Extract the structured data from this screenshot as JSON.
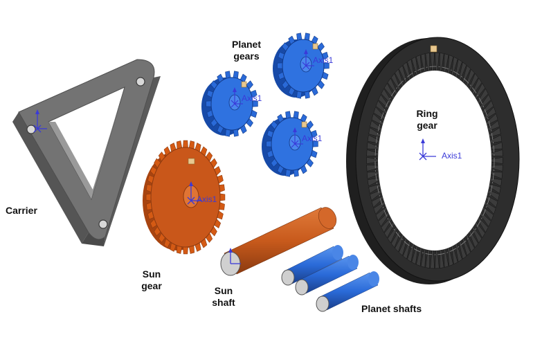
{
  "labels": {
    "carrier": "Carrier",
    "sun_gear_line1": "Sun",
    "sun_gear_line2": "gear",
    "sun_shaft_line1": "Sun",
    "sun_shaft_line2": "shaft",
    "planet_gears_line1": "Planet",
    "planet_gears_line2": "gears",
    "ring_gear_line1": "Ring",
    "ring_gear_line2": "gear",
    "planet_shafts": "Planet shafts"
  },
  "axis_labels": {
    "sun_gear": "Axis1",
    "planet_gear_left": "Axis1",
    "planet_gear_top": "Axis1",
    "planet_gear_bottom": "Axis1",
    "ring_gear": "Axis1"
  },
  "colors": {
    "carrier": "#6e6e6e",
    "sun_gear": "#d45a14",
    "planet_gear": "#1f63d6",
    "ring_gear": "#262626",
    "sun_shaft": "#c85a1c",
    "planet_shaft": "#2a6ad8",
    "axis_marker": "#3a3ad8"
  }
}
